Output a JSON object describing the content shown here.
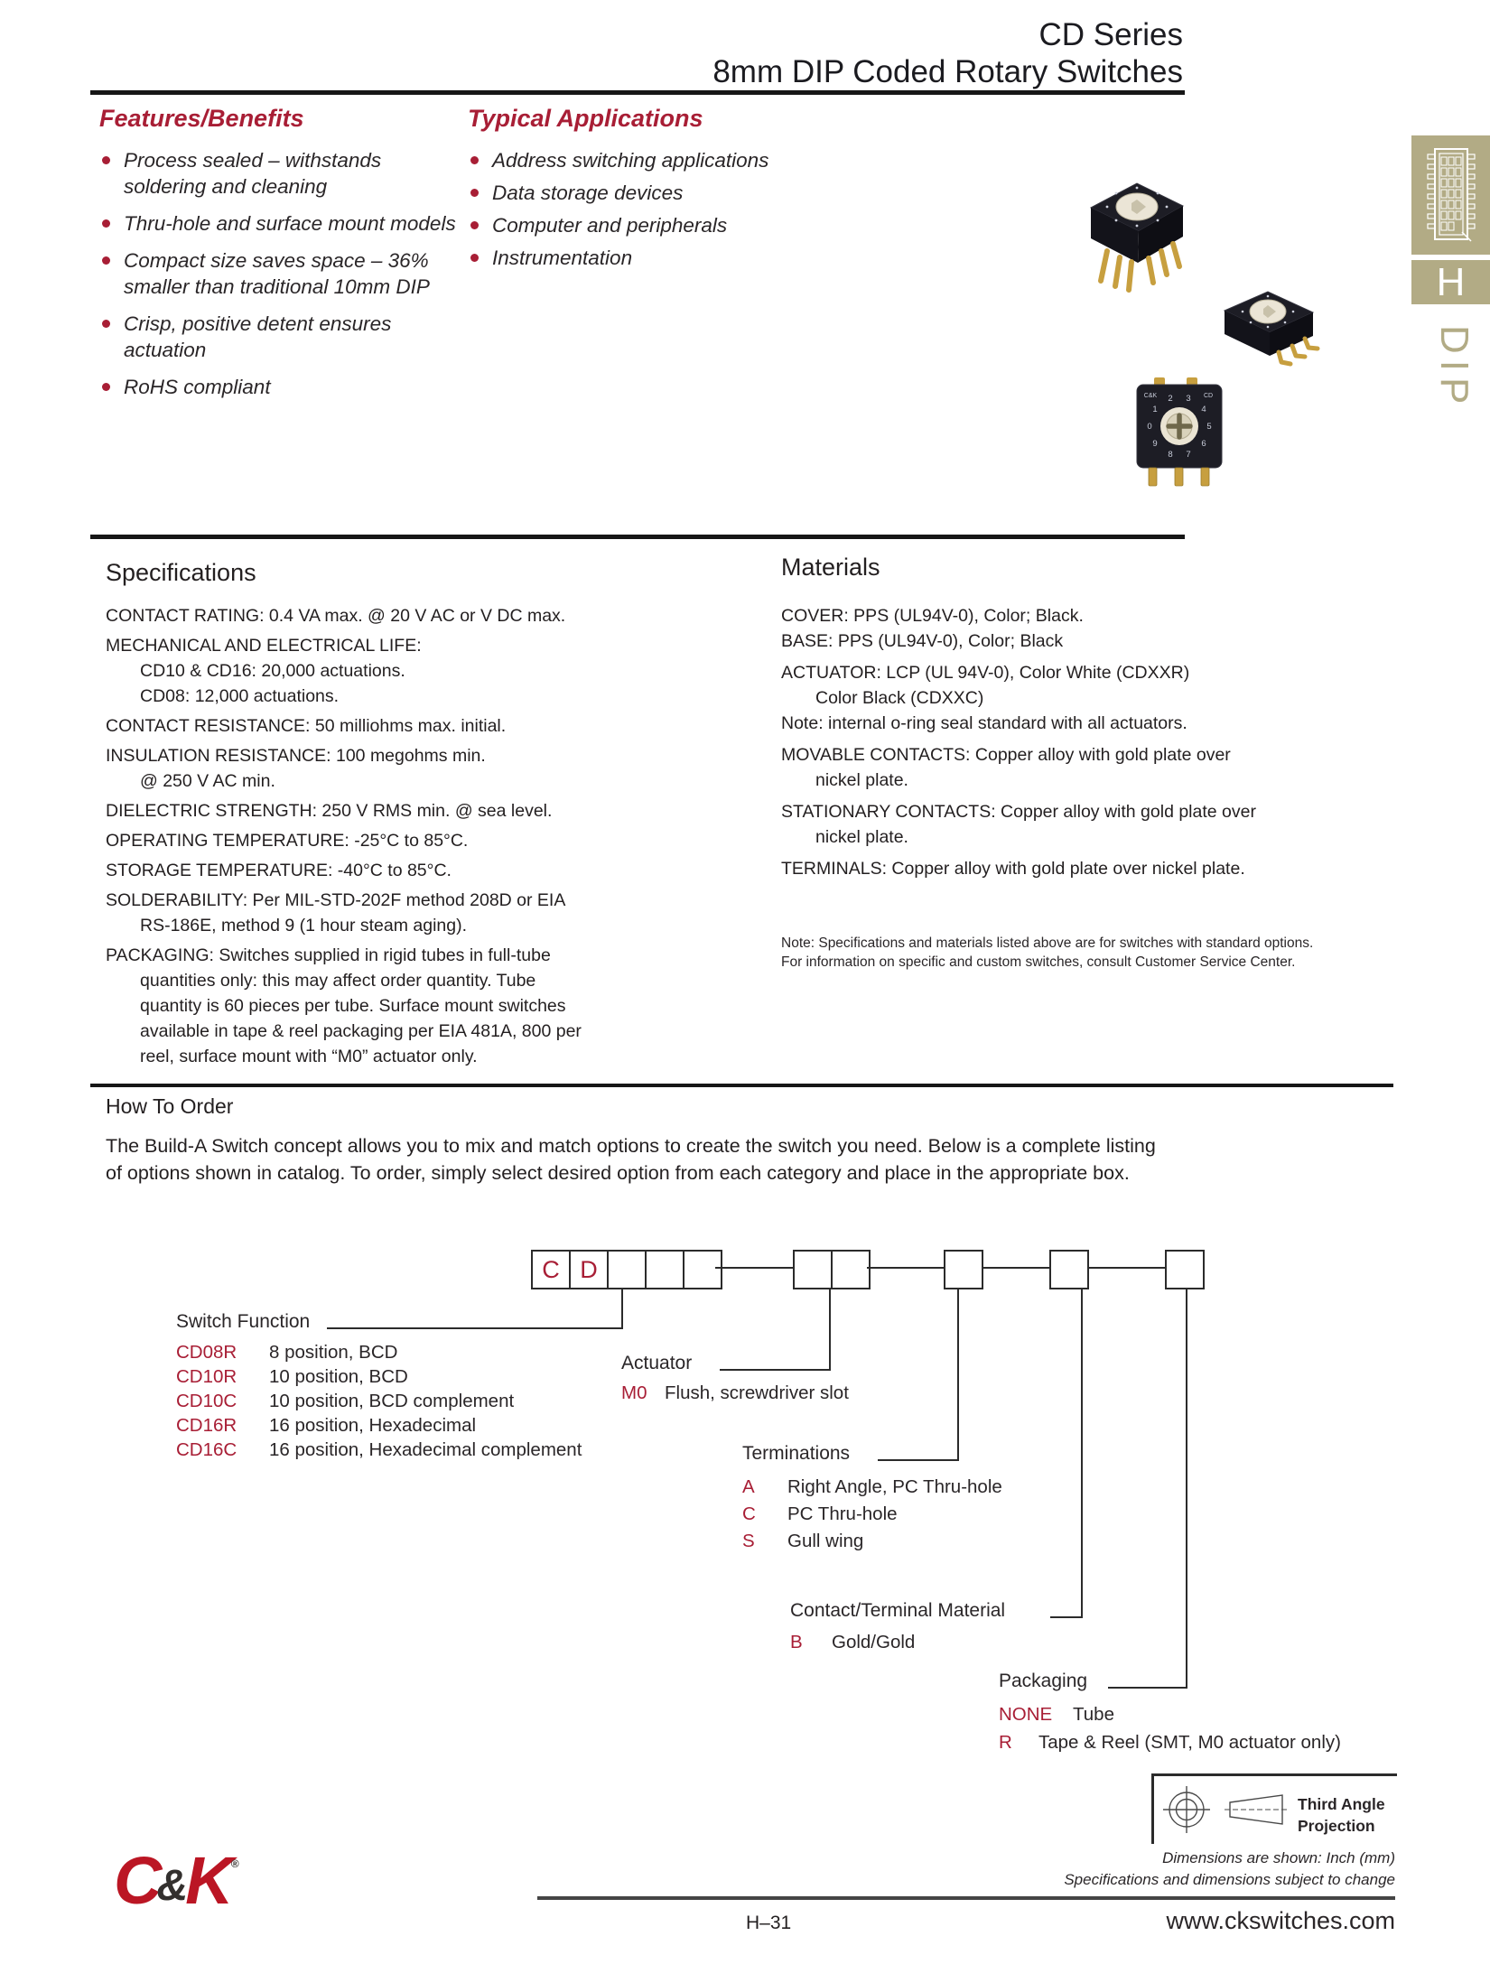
{
  "header": {
    "series": "CD Series",
    "subtitle": "8mm DIP Coded Rotary Switches"
  },
  "sidebar": {
    "tab_letter": "H",
    "category": "DIP"
  },
  "features": {
    "title": "Features/Benefits",
    "items": [
      "Process sealed – withstands soldering and cleaning",
      "Thru-hole and surface mount models",
      "Compact size saves space – 36% smaller than traditional 10mm DIP",
      "Crisp, positive detent ensures actuation",
      "RoHS compliant"
    ]
  },
  "applications": {
    "title": "Typical Applications",
    "items": [
      "Address switching applications",
      "Data storage devices",
      "Computer and peripherals",
      "Instrumentation"
    ]
  },
  "specifications": {
    "title": "Specifications",
    "lines": [
      "CONTACT RATING: 0.4 VA max. @ 20 V AC or V DC max.",
      "MECHANICAL AND ELECTRICAL LIFE:",
      "CD10 & CD16: 20,000 actuations.",
      "CD08: 12,000 actuations.",
      "CONTACT RESISTANCE: 50 milliohms max. initial.",
      "INSULATION RESISTANCE: 100 megohms min.",
      "@ 250 V AC min.",
      "DIELECTRIC STRENGTH: 250 V RMS min. @ sea level.",
      "OPERATING TEMPERATURE: -25°C to 85°C.",
      "STORAGE TEMPERATURE: -40°C to 85°C.",
      "SOLDERABILITY: Per MIL-STD-202F method 208D or EIA",
      "RS-186E, method 9 (1 hour steam aging).",
      "PACKAGING: Switches supplied in rigid tubes in full-tube",
      "quantities only: this may affect order quantity. Tube",
      "quantity is 60 pieces per tube. Surface mount switches",
      "available in tape & reel packaging per EIA 481A, 800 per",
      "reel, surface mount with “M0” actuator only."
    ]
  },
  "materials": {
    "title": "Materials",
    "lines": [
      "COVER: PPS (UL94V-0), Color; Black.",
      "BASE: PPS (UL94V-0), Color; Black",
      "ACTUATOR: LCP (UL 94V-0), Color White (CDXXR)",
      "Color Black (CDXXC)",
      "Note: internal o-ring seal standard with all actuators.",
      "MOVABLE CONTACTS: Copper alloy with gold plate over",
      "nickel plate.",
      "STATIONARY CONTACTS: Copper alloy with gold plate over",
      "nickel plate.",
      "TERMINALS: Copper alloy with gold plate over nickel plate."
    ],
    "note_line1": "Note: Specifications and materials listed above are for switches with standard options.",
    "note_line2": "For information on specific and custom switches, consult Customer Service Center."
  },
  "how_to_order": {
    "title": "How To Order",
    "intro_line1": "The Build-A Switch concept allows you to mix and match options to create the switch you need. Below is a complete listing",
    "intro_line2": "of options shown in catalog. To order, simply select desired option from each category and place in the appropriate box.",
    "code_prefix_1": "C",
    "code_prefix_2": "D",
    "switch_function": {
      "label": "Switch Function",
      "options": [
        {
          "code": "CD08R",
          "desc": "8 position, BCD"
        },
        {
          "code": "CD10R",
          "desc": "10 position, BCD"
        },
        {
          "code": "CD10C",
          "desc": "10 position, BCD complement"
        },
        {
          "code": "CD16R",
          "desc": "16 position, Hexadecimal"
        },
        {
          "code": "CD16C",
          "desc": "16 position, Hexadecimal complement"
        }
      ]
    },
    "actuator": {
      "label": "Actuator",
      "options": [
        {
          "code": "M0",
          "desc": "Flush, screwdriver slot"
        }
      ]
    },
    "terminations": {
      "label": "Terminations",
      "options": [
        {
          "code": "A",
          "desc": "Right Angle, PC Thru-hole"
        },
        {
          "code": "C",
          "desc": "PC Thru-hole"
        },
        {
          "code": "S",
          "desc": "Gull wing"
        }
      ]
    },
    "contact_material": {
      "label": "Contact/Terminal Material",
      "options": [
        {
          "code": "B",
          "desc": "Gold/Gold"
        }
      ]
    },
    "packaging": {
      "label": "Packaging",
      "options": [
        {
          "code": "NONE",
          "desc": "Tube"
        },
        {
          "code": "R",
          "desc": "Tape & Reel (SMT, M0 actuator only)"
        }
      ]
    }
  },
  "photos": {
    "brand_marking": "C&K",
    "series_marking": "CD",
    "dial_digits": [
      "0",
      "1",
      "2",
      "3",
      "4",
      "5",
      "6",
      "7",
      "8",
      "9"
    ]
  },
  "footer": {
    "projection_line1": "Third Angle",
    "projection_line2": "Projection",
    "dimensions_note": "Dimensions are shown: Inch (mm)",
    "subject_note": "Specifications and dimensions subject to change",
    "website": "www.ckswitches.com",
    "page_number": "H–31",
    "logo_c": "C",
    "logo_amp": "&",
    "logo_k": "K",
    "logo_reg": "®"
  },
  "colors": {
    "accent_red": "#a81e35",
    "logo_red": "#bb1624",
    "sidebar_tan": "#b2ab85",
    "body_text": "#231f20"
  }
}
